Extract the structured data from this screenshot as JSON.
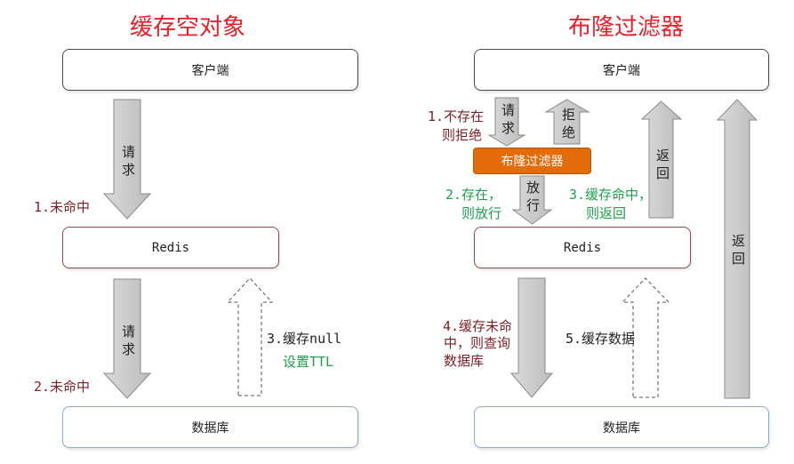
{
  "left_panel": {
    "title": "缓存空对象",
    "client_box": "客户端",
    "request_arrow_1": "请求",
    "miss_label_1": "1.未命中",
    "redis_box": "Redis",
    "request_arrow_2": "请求",
    "miss_label_2": "2.未命中",
    "cache_null_label": "3.缓存null",
    "set_ttl_label": "设置TTL",
    "database_box": "数据库"
  },
  "right_panel": {
    "title": "布隆过滤器",
    "client_box": "客户端",
    "request_arrow": "请求",
    "reject_arrow": "拒绝",
    "not_exist_label": [
      "1.不存在",
      "则拒绝"
    ],
    "bloom_filter_box": "布隆过滤器",
    "pass_arrow": "放行",
    "exists_label": [
      "2.存在，",
      "则放行"
    ],
    "cache_hit_label": [
      "3.缓存命中，",
      "则返回"
    ],
    "return_arrow_1": "返回",
    "redis_box": "Redis",
    "cache_miss_label": [
      "4.缓存未命",
      "中，则查询",
      "数据库"
    ],
    "cache_data_label": "5.缓存数据",
    "return_arrow_2": "返回",
    "database_box": "数据库"
  },
  "colors": {
    "title": "#E8202A",
    "step_dark_red": "#7A1F24",
    "step_green": "#1E9E4A",
    "bloom_fill": "#E36C0A",
    "box_border": "#4A4A4A",
    "redis_border": "#8C4B4B",
    "database_border": "#8DAAC8",
    "arrow_fill_light": "#DADADA",
    "arrow_fill_dark": "#BDBDBD",
    "arrow_stroke": "#8A8A8A"
  }
}
